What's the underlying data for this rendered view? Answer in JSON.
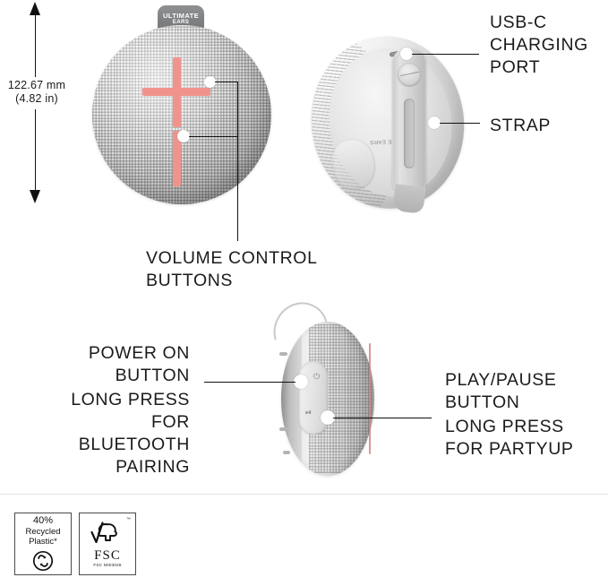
{
  "page": {
    "title": "Ultimate Ears portable speaker feature diagram",
    "background_color": "#ffffff"
  },
  "dimension": {
    "value_mm": "122.67 mm",
    "value_in": "(4.82 in)",
    "label": "122.67 mm\n(4.82 in)",
    "orientation": "vertical",
    "arrow_color": "#111111"
  },
  "product": {
    "brand_line_1": "ULTIMATE",
    "brand_line_2": "EARS",
    "emboss_text": "ULTIMATE\nEARS",
    "accent_color": "#f1938d",
    "body_color": "#dadada"
  },
  "callouts": [
    {
      "id": "volume-control",
      "label": "VOLUME CONTROL\nBUTTONS",
      "align": "left",
      "target": "front-view-volume-buttons"
    },
    {
      "id": "usb-c-charging-port",
      "label": "USB-C\nCHARGING\nPORT",
      "align": "left",
      "target": "back-view-usb-port"
    },
    {
      "id": "strap",
      "label": "STRAP",
      "align": "left",
      "target": "back-view-strap"
    },
    {
      "id": "power-on-button",
      "label": "POWER ON\nBUTTON",
      "align": "right",
      "target": "side-view-power-button"
    },
    {
      "id": "bluetooth-pairing",
      "label": "LONG PRESS\nFOR\nBLUETOOTH\nPAIRING",
      "align": "right",
      "target": "side-view-power-button"
    },
    {
      "id": "play-pause-button",
      "label": "PLAY/PAUSE\nBUTTON",
      "align": "left",
      "target": "side-view-play-button"
    },
    {
      "id": "partyup",
      "label": "LONG PRESS\nFOR PARTYUP",
      "align": "left",
      "target": "side-view-play-button"
    }
  ],
  "footer": {
    "badges": [
      {
        "id": "recycled-plastic",
        "line_1": "40%",
        "line_2": "Recycled",
        "line_3": "Plastic*",
        "icon": "recycle-icon"
      },
      {
        "id": "fsc",
        "mark": "FSC",
        "code": "FSC  N003028",
        "tm": "™",
        "icon": "fsc-tree-icon"
      }
    ]
  }
}
